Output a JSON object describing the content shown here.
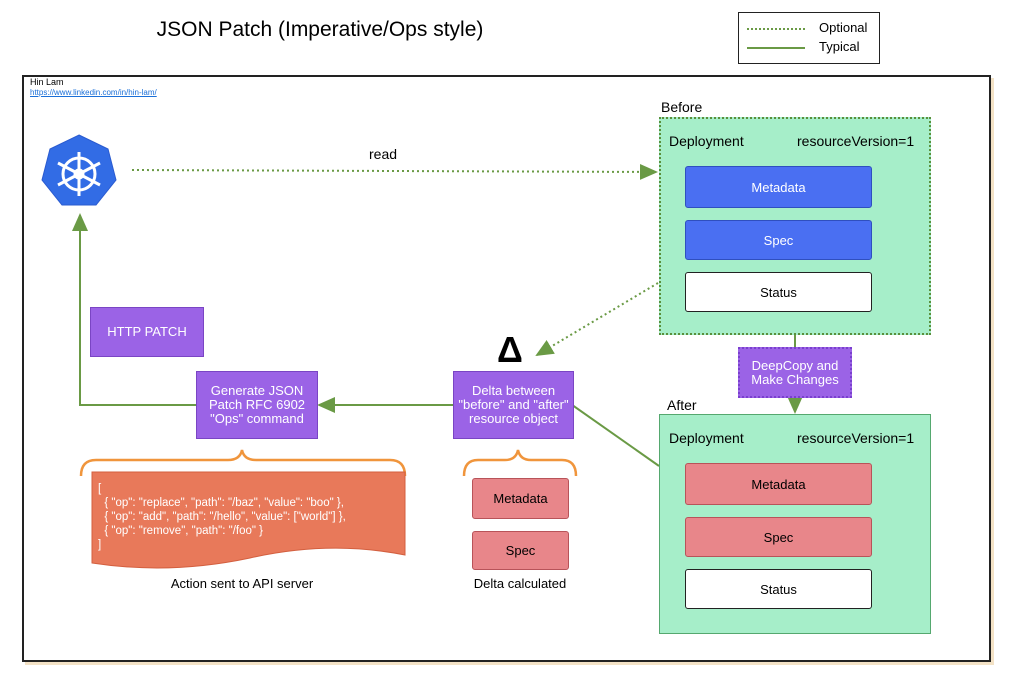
{
  "title": "JSON Patch (Imperative/Ops style)",
  "legend": {
    "optional": "Optional",
    "typical": "Typical"
  },
  "author": {
    "name": "Hin Lam",
    "link": "https://www.linkedin.com/in/hin-lam/"
  },
  "k8s_icon": "kubernetes-helm-icon",
  "read_label": "read",
  "before": {
    "label": "Before",
    "kind": "Deployment",
    "version": "resourceVersion=1",
    "fields": [
      "Metadata",
      "Spec",
      "Status"
    ]
  },
  "after": {
    "label": "After",
    "kind": "Deployment",
    "version": "resourceVersion=1",
    "fields": [
      "Metadata",
      "Spec",
      "Status"
    ]
  },
  "deepcopy_label": "DeepCopy and Make Changes",
  "delta_symbol": "Δ",
  "delta_box": "Delta between \"before\" and \"after\" resource object",
  "generate_box": "Generate JSON Patch RFC 6902 \"Ops\" command",
  "http_patch": "HTTP PATCH",
  "json_ops": "[\n  { \"op\": \"replace\", \"path\": \"/baz\", \"value\": \"boo\" },\n  { \"op\": \"add\", \"path\": \"/hello\", \"value\": [\"world\"] },\n  { \"op\": \"remove\", \"path\": \"/foo\" }\n]",
  "delta_fields": [
    "Metadata",
    "Spec"
  ],
  "captions": {
    "action": "Action sent to API server",
    "delta": "Delta calculated"
  },
  "colors": {
    "green_fill": "#a6eec9",
    "blue": "#4a6ff2",
    "pink": "#e8868a",
    "purple": "#9b63e6",
    "orange_doc": "#e8795a",
    "brace": "#f0953c",
    "arrow": "#6a9a45"
  }
}
